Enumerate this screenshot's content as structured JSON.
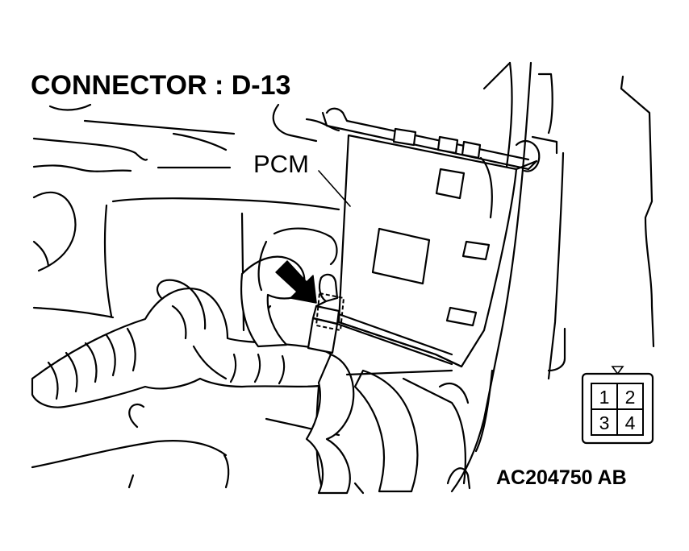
{
  "title": "CONNECTOR : D-13",
  "component_label": "PCM",
  "figure_code": "AC204750 AB",
  "connector_pins": [
    "1",
    "2",
    "3",
    "4"
  ]
}
